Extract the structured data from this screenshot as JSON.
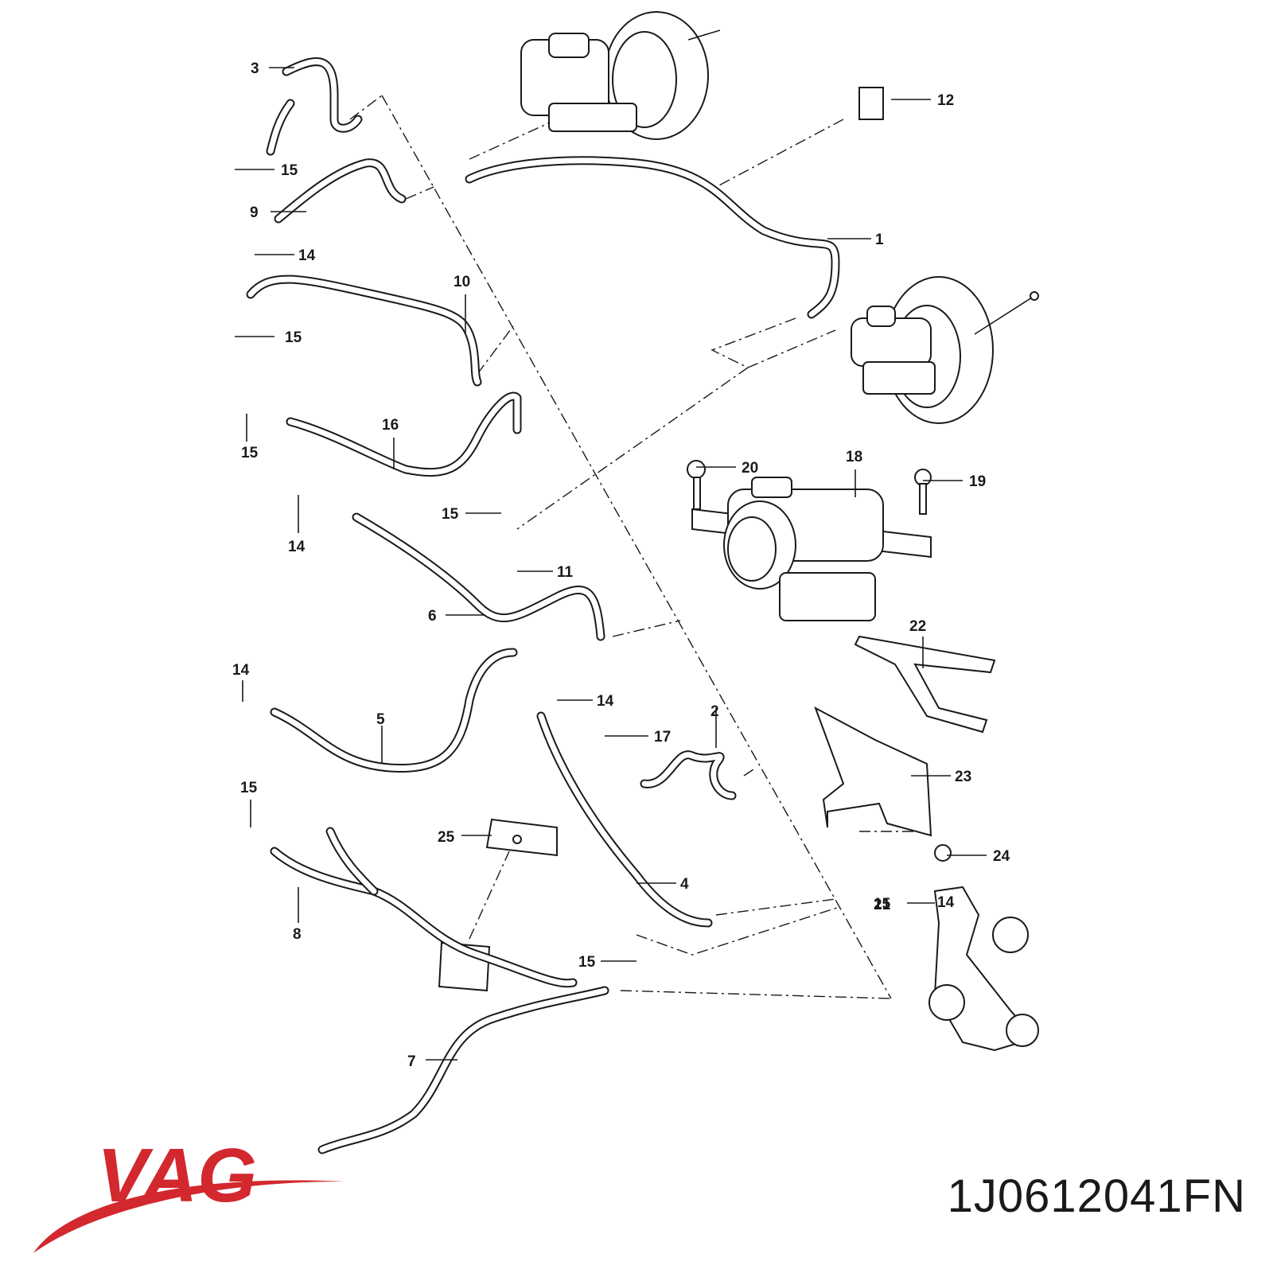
{
  "brand": {
    "name": "VAG",
    "color": "#d2282e"
  },
  "part_number": "1J0612041FN",
  "callouts": [
    "1",
    "2",
    "3",
    "4",
    "5",
    "6",
    "7",
    "8",
    "9",
    "10",
    "11",
    "12",
    "14",
    "14",
    "14",
    "14",
    "14",
    "15",
    "15",
    "15",
    "15",
    "15",
    "15",
    "15",
    "16",
    "17",
    "18",
    "19",
    "20",
    "21",
    "22",
    "23",
    "24",
    "25"
  ],
  "colors": {
    "line": "#1a1a1a",
    "background": "#ffffff",
    "logo": "#d2282e"
  }
}
